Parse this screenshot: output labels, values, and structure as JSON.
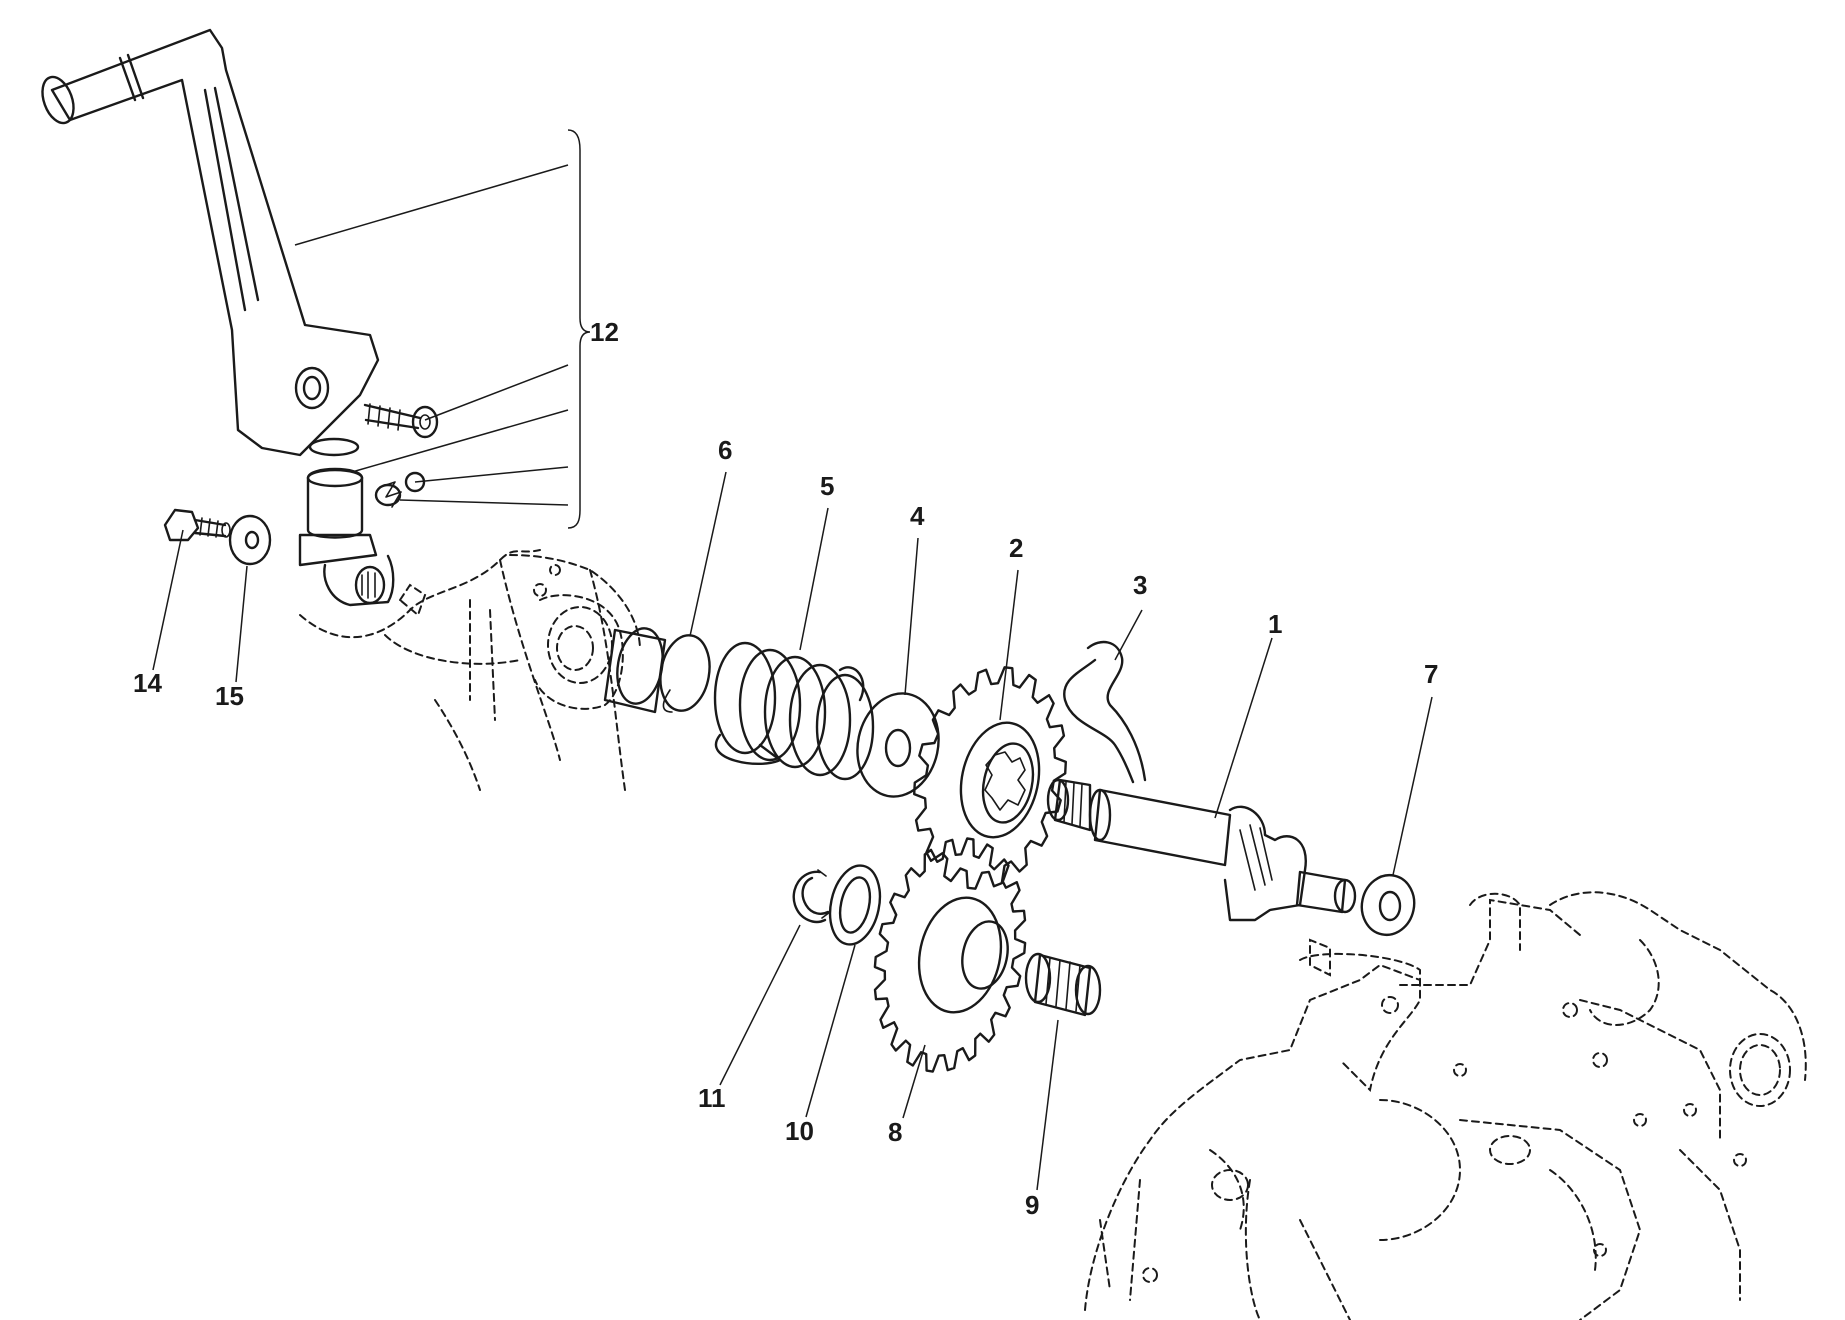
{
  "callouts": [
    {
      "id": "1",
      "label": "1"
    },
    {
      "id": "2",
      "label": "2"
    },
    {
      "id": "3",
      "label": "3"
    },
    {
      "id": "4",
      "label": "4"
    },
    {
      "id": "5",
      "label": "5"
    },
    {
      "id": "6",
      "label": "6"
    },
    {
      "id": "7",
      "label": "7"
    },
    {
      "id": "8",
      "label": "8"
    },
    {
      "id": "9",
      "label": "9"
    },
    {
      "id": "10",
      "label": "10"
    },
    {
      "id": "11",
      "label": "11"
    },
    {
      "id": "12",
      "label": "12"
    },
    {
      "id": "14",
      "label": "14"
    },
    {
      "id": "15",
      "label": "15"
    }
  ]
}
